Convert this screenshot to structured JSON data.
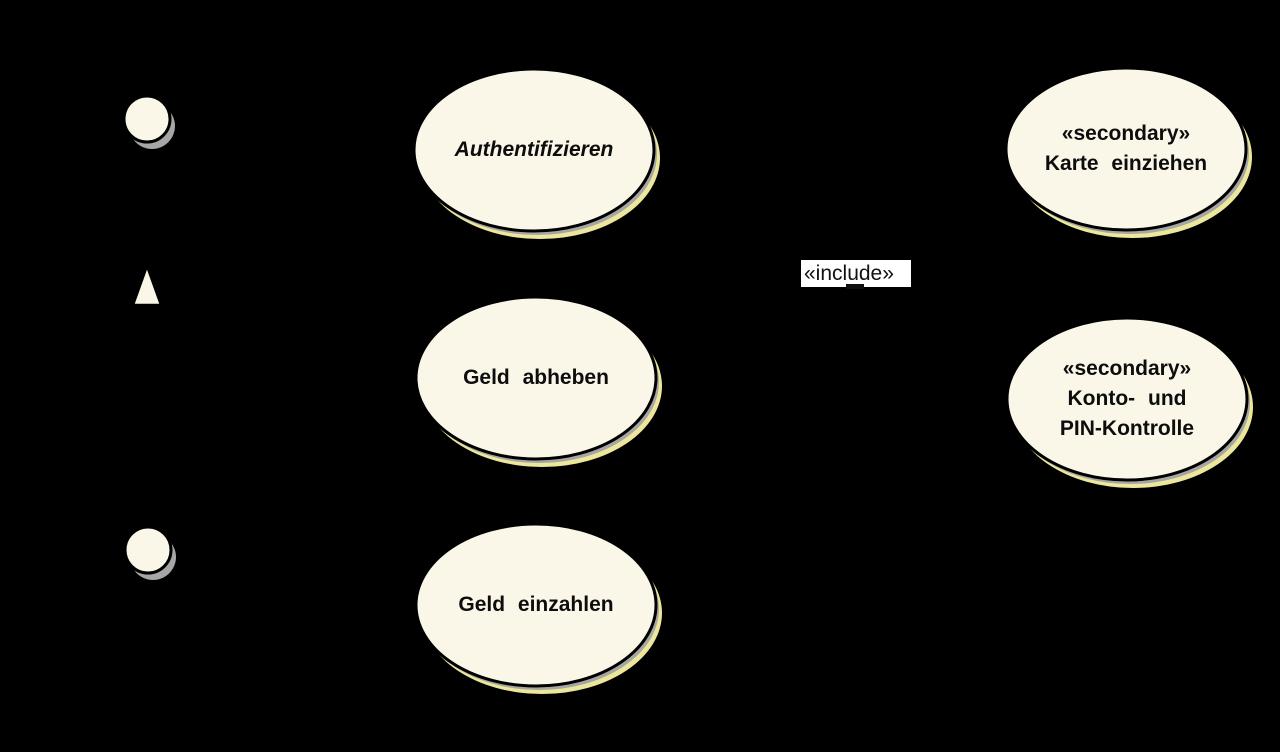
{
  "diagram": {
    "kind": "uml-use-case-diagram",
    "style": "hand-drawn with drop shadows, transparent/black background"
  },
  "nodes": {
    "authentifizieren": {
      "label": "Authentifizieren",
      "abstract": true
    },
    "geld_abheben": {
      "label": "Geld abheben"
    },
    "geld_einzahlen": {
      "label": "Geld einzahlen"
    },
    "karte_einziehen": {
      "stereotype": "«secondary»",
      "label": "Karte einziehen"
    },
    "konto_pin": {
      "stereotype": "«secondary»",
      "line1": "Konto- und",
      "line2": "PIN-Kontrolle"
    }
  },
  "edge": {
    "include_label": "«include»"
  },
  "icons": {
    "actor_top": "actor-head-icon",
    "actor_bottom": "actor-head-icon",
    "generalization": "generalization-triangle-icon"
  },
  "colors": {
    "background": "#000000",
    "node_fill": "#FAF7E9",
    "node_border": "#000000",
    "shadow_yellow": "#EDE79B",
    "shadow_gray": "#A6A6A6",
    "include_label_bg": "#FFFFFF",
    "text": "#111111"
  }
}
